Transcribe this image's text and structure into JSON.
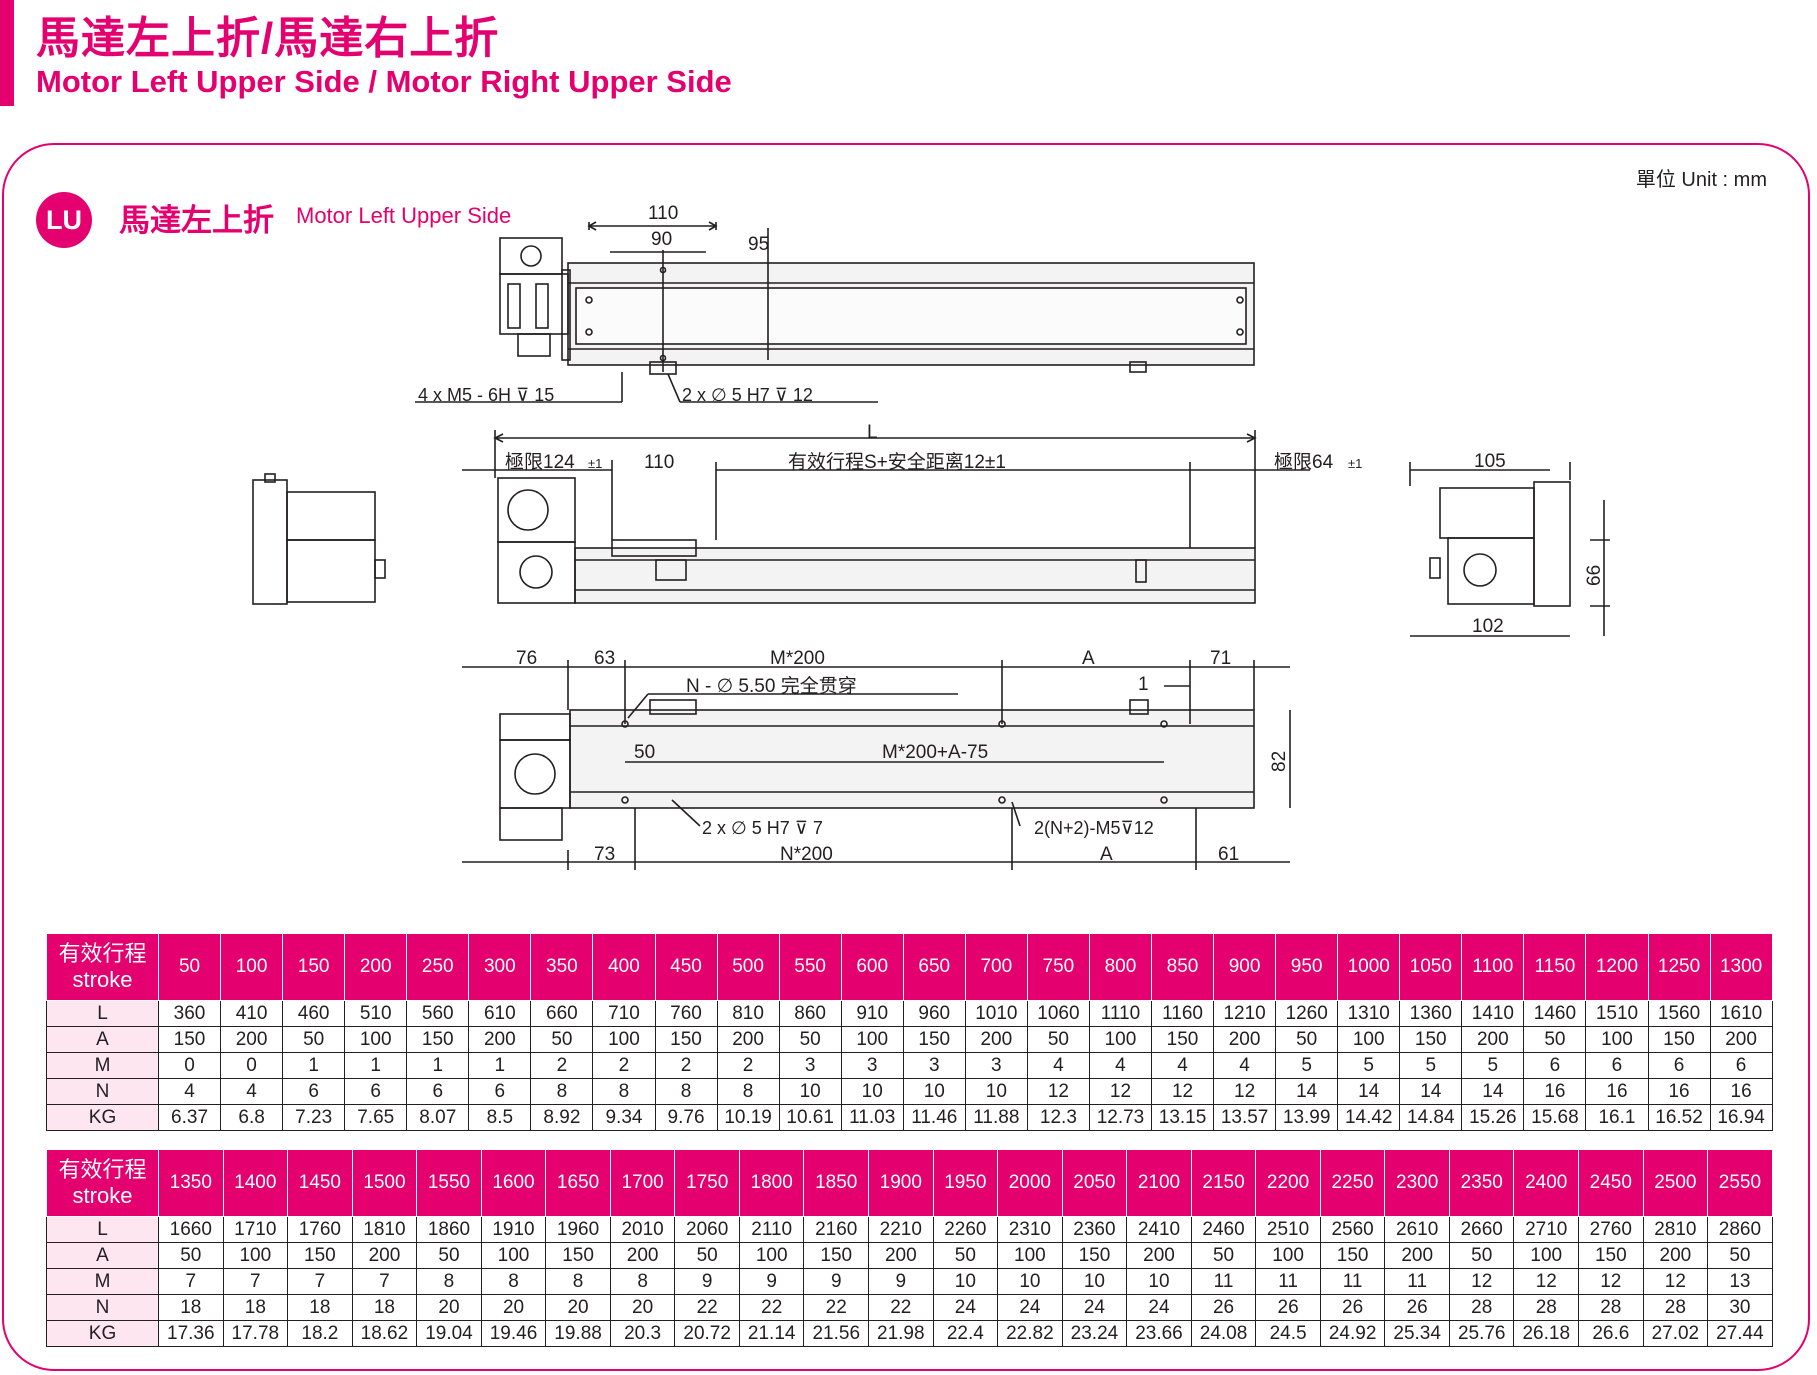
{
  "header": {
    "title_zh": "馬達左上折/馬達右上折",
    "title_en": "Motor Left Upper Side / Motor Right Upper Side"
  },
  "unit": "單位 Unit : mm",
  "section": {
    "badge": "LU",
    "title_zh": "馬達左上折",
    "title_en": "Motor Left Upper Side"
  },
  "colors": {
    "accent": "#e4006e",
    "row_label_bg": "#fde6ef",
    "line": "#231f20"
  },
  "dims": {
    "top": {
      "d110": "110",
      "d90": "90",
      "d95": "95",
      "note1": "4 x  M5 - 6H ⊽ 15",
      "note2": "2 x  ∅  5 H7  ⊽  12"
    },
    "side": {
      "L": "L",
      "lim_left": "極限124",
      "lim_left_tol": "±1",
      "d110": "110",
      "effective": "有效行程S+安全距离12±1",
      "lim_right": "極限64",
      "lim_right_tol": "±1",
      "d105": "105",
      "d66": "66",
      "d102": "102"
    },
    "bottom": {
      "d76": "76",
      "d63": "63",
      "m200": "M*200",
      "A_top": "A",
      "d71": "71",
      "hole_note": "N - ∅  5.50  完全贯穿",
      "d1": "1",
      "d50": "50",
      "m200a75": "M*200+A-75",
      "d82": "82",
      "note3": "2 x  ∅  5 H7  ⊽  7",
      "note4": "2(N+2)-M5⊽12",
      "d73": "73",
      "n200": "N*200",
      "A_bottom": "A",
      "d61": "61"
    }
  },
  "tables": [
    {
      "header_zh": "有效行程",
      "header_en": "stroke",
      "strokes": [
        "50",
        "100",
        "150",
        "200",
        "250",
        "300",
        "350",
        "400",
        "450",
        "500",
        "550",
        "600",
        "650",
        "700",
        "750",
        "800",
        "850",
        "900",
        "950",
        "1000",
        "1050",
        "1100",
        "1150",
        "1200",
        "1250",
        "1300"
      ],
      "rows": [
        {
          "label": "L",
          "values": [
            "360",
            "410",
            "460",
            "510",
            "560",
            "610",
            "660",
            "710",
            "760",
            "810",
            "860",
            "910",
            "960",
            "1010",
            "1060",
            "1110",
            "1160",
            "1210",
            "1260",
            "1310",
            "1360",
            "1410",
            "1460",
            "1510",
            "1560",
            "1610"
          ]
        },
        {
          "label": "A",
          "values": [
            "150",
            "200",
            "50",
            "100",
            "150",
            "200",
            "50",
            "100",
            "150",
            "200",
            "50",
            "100",
            "150",
            "200",
            "50",
            "100",
            "150",
            "200",
            "50",
            "100",
            "150",
            "200",
            "50",
            "100",
            "150",
            "200"
          ]
        },
        {
          "label": "M",
          "values": [
            "0",
            "0",
            "1",
            "1",
            "1",
            "1",
            "2",
            "2",
            "2",
            "2",
            "3",
            "3",
            "3",
            "3",
            "4",
            "4",
            "4",
            "4",
            "5",
            "5",
            "5",
            "5",
            "6",
            "6",
            "6",
            "6"
          ]
        },
        {
          "label": "N",
          "values": [
            "4",
            "4",
            "6",
            "6",
            "6",
            "6",
            "8",
            "8",
            "8",
            "8",
            "10",
            "10",
            "10",
            "10",
            "12",
            "12",
            "12",
            "12",
            "14",
            "14",
            "14",
            "14",
            "16",
            "16",
            "16",
            "16"
          ]
        },
        {
          "label": "KG",
          "values": [
            "6.37",
            "6.8",
            "7.23",
            "7.65",
            "8.07",
            "8.5",
            "8.92",
            "9.34",
            "9.76",
            "10.19",
            "10.61",
            "11.03",
            "11.46",
            "11.88",
            "12.3",
            "12.73",
            "13.15",
            "13.57",
            "13.99",
            "14.42",
            "14.84",
            "15.26",
            "15.68",
            "16.1",
            "16.52",
            "16.94"
          ]
        }
      ]
    },
    {
      "header_zh": "有效行程",
      "header_en": "stroke",
      "strokes": [
        "1350",
        "1400",
        "1450",
        "1500",
        "1550",
        "1600",
        "1650",
        "1700",
        "1750",
        "1800",
        "1850",
        "1900",
        "1950",
        "2000",
        "2050",
        "2100",
        "2150",
        "2200",
        "2250",
        "2300",
        "2350",
        "2400",
        "2450",
        "2500",
        "2550"
      ],
      "rows": [
        {
          "label": "L",
          "values": [
            "1660",
            "1710",
            "1760",
            "1810",
            "1860",
            "1910",
            "1960",
            "2010",
            "2060",
            "2110",
            "2160",
            "2210",
            "2260",
            "2310",
            "2360",
            "2410",
            "2460",
            "2510",
            "2560",
            "2610",
            "2660",
            "2710",
            "2760",
            "2810",
            "2860"
          ]
        },
        {
          "label": "A",
          "values": [
            "50",
            "100",
            "150",
            "200",
            "50",
            "100",
            "150",
            "200",
            "50",
            "100",
            "150",
            "200",
            "50",
            "100",
            "150",
            "200",
            "50",
            "100",
            "150",
            "200",
            "50",
            "100",
            "150",
            "200",
            "50"
          ]
        },
        {
          "label": "M",
          "values": [
            "7",
            "7",
            "7",
            "7",
            "8",
            "8",
            "8",
            "8",
            "9",
            "9",
            "9",
            "9",
            "10",
            "10",
            "10",
            "10",
            "11",
            "11",
            "11",
            "11",
            "12",
            "12",
            "12",
            "12",
            "13"
          ]
        },
        {
          "label": "N",
          "values": [
            "18",
            "18",
            "18",
            "18",
            "20",
            "20",
            "20",
            "20",
            "22",
            "22",
            "22",
            "22",
            "24",
            "24",
            "24",
            "24",
            "26",
            "26",
            "26",
            "26",
            "28",
            "28",
            "28",
            "28",
            "30"
          ]
        },
        {
          "label": "KG",
          "values": [
            "17.36",
            "17.78",
            "18.2",
            "18.62",
            "19.04",
            "19.46",
            "19.88",
            "20.3",
            "20.72",
            "21.14",
            "21.56",
            "21.98",
            "22.4",
            "22.82",
            "23.24",
            "23.66",
            "24.08",
            "24.5",
            "24.92",
            "25.34",
            "25.76",
            "26.18",
            "26.6",
            "27.02",
            "27.44"
          ]
        }
      ]
    }
  ]
}
